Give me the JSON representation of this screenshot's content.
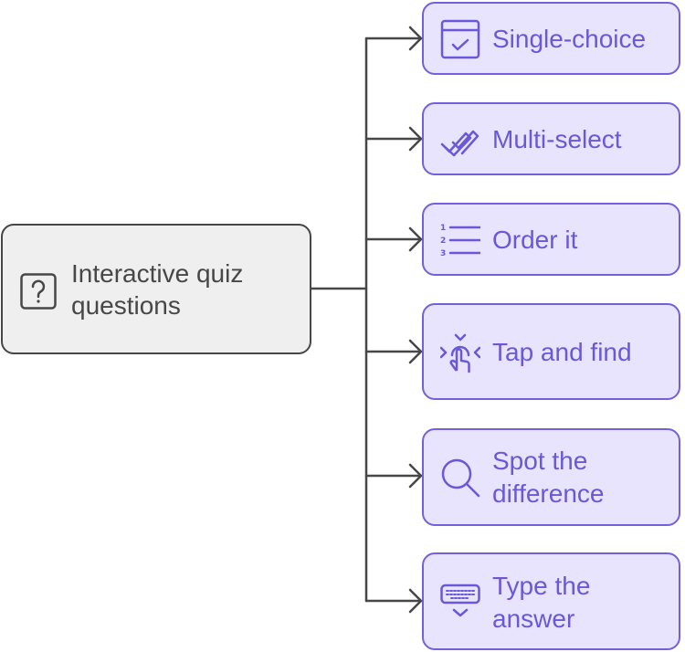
{
  "diagram": {
    "type": "mind-map / tree",
    "root": {
      "label_line1": "Interactive quiz",
      "label_line2": "questions",
      "icon": "question-mark-square-icon"
    },
    "children": [
      {
        "label_line1": "Single-choice",
        "label_line2": "",
        "icon": "window-check-icon"
      },
      {
        "label_line1": "Multi-select",
        "label_line2": "",
        "icon": "double-check-icon"
      },
      {
        "label_line1": "Order it",
        "label_line2": "",
        "icon": "numbered-list-icon"
      },
      {
        "label_line1": "Tap and find",
        "label_line2": "",
        "icon": "tap-gesture-icon"
      },
      {
        "label_line1": "Spot the",
        "label_line2": "difference",
        "icon": "search-icon"
      },
      {
        "label_line1": "Type the",
        "label_line2": "answer",
        "icon": "keyboard-icon"
      }
    ],
    "colors": {
      "root_fill": "#efefef",
      "root_border": "#474747",
      "child_fill": "#e8e4fd",
      "child_border": "#7460dd",
      "child_text": "#6a58d8",
      "connector": "#474747"
    }
  }
}
